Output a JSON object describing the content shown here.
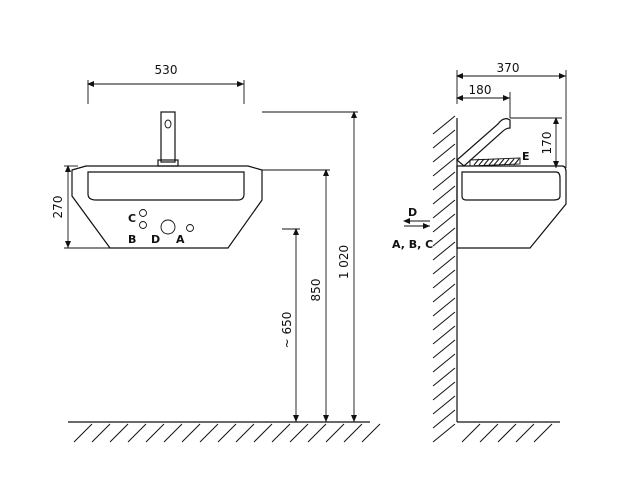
{
  "front_view": {
    "dim_width": "530",
    "dim_bowl_height": "270",
    "dim_total_height": "1 020",
    "dim_rim_height": "850",
    "dim_outlet_height": "~ 650",
    "connections": {
      "A": "A",
      "B": "B",
      "C": "C",
      "D": "D"
    }
  },
  "side_view": {
    "dim_depth": "370",
    "dim_tap_reach": "180",
    "dim_tap_height": "170",
    "label_E": "E",
    "label_D": "D",
    "label_ABC": "A, B, C"
  }
}
